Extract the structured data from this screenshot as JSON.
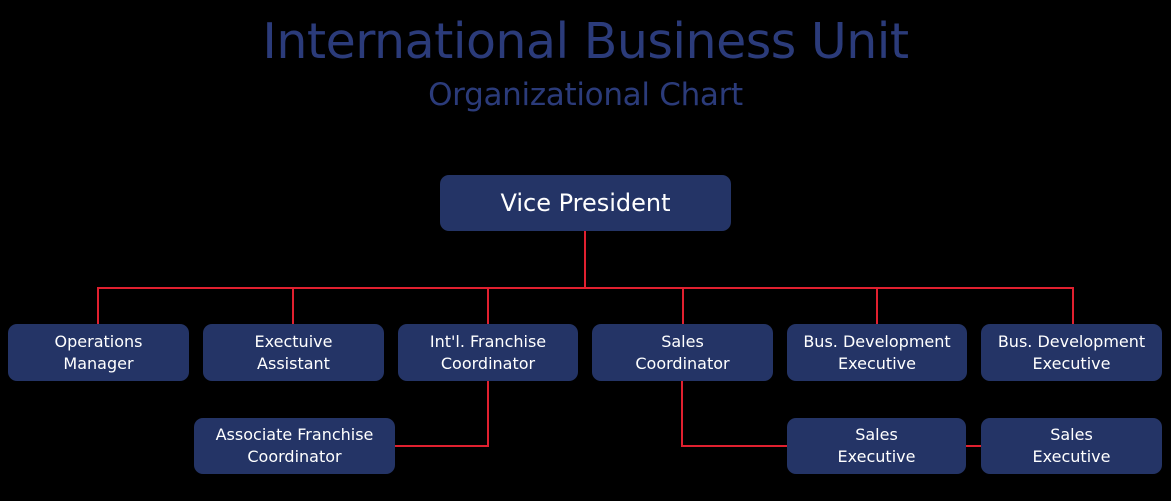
{
  "header": {
    "title": "International Business Unit",
    "subtitle": "Organizational Chart"
  },
  "colors": {
    "title": "#2b3b7a",
    "node_fill": "#243466",
    "node_text": "#ffffff",
    "connector": "#e0202f",
    "background": "#000000"
  },
  "org": {
    "root": {
      "label": "Vice President"
    },
    "direct_reports": [
      {
        "label": "Operations\nManager"
      },
      {
        "label": "Exectuive\nAssistant"
      },
      {
        "label": "Int'l. Franchise\nCoordinator"
      },
      {
        "label": "Sales\nCoordinator"
      },
      {
        "label": "Bus. Development\nExecutive"
      },
      {
        "label": "Bus. Development\nExecutive"
      }
    ],
    "sub_reports": [
      {
        "label": "Associate Franchise\nCoordinator",
        "reports_to": "Int'l. Franchise Coordinator"
      },
      {
        "label": "Sales\nExecutive",
        "reports_to": "Sales Coordinator"
      },
      {
        "label": "Sales\nExecutive",
        "reports_to": "Sales Coordinator"
      }
    ]
  }
}
